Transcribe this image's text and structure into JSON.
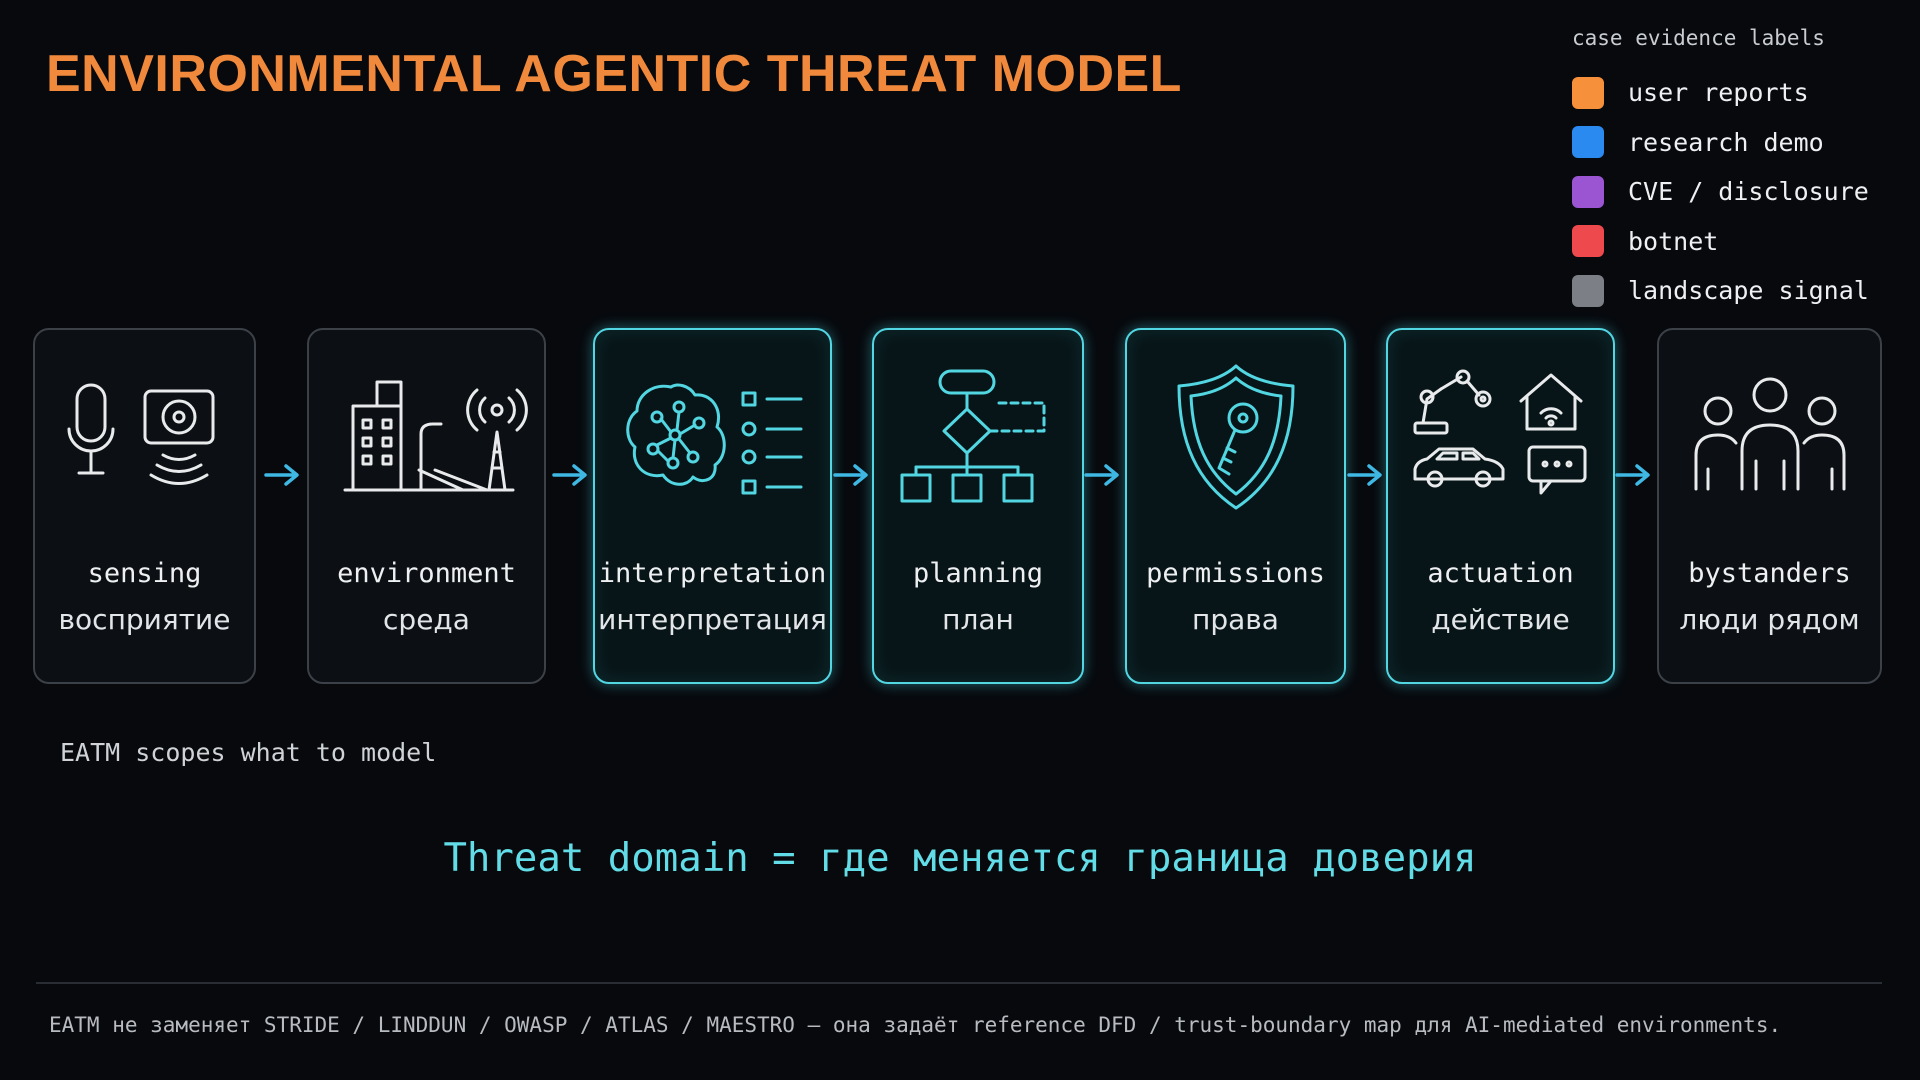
{
  "title": "ENVIRONMENTAL AGENTIC THREAT MODEL",
  "legend": {
    "title": "case evidence labels",
    "items": [
      {
        "label": "user reports",
        "color": "#f7903a"
      },
      {
        "label": "research demo",
        "color": "#2b8af0"
      },
      {
        "label": "CVE / disclosure",
        "color": "#9b55d3"
      },
      {
        "label": "botnet",
        "color": "#ee4a4e"
      },
      {
        "label": "landscape signal",
        "color": "#7c8086"
      }
    ]
  },
  "stages": [
    {
      "en": "sensing",
      "ru": "восприятие",
      "icon": "microphone-camera-icon",
      "highlighted": false
    },
    {
      "en": "environment",
      "ru": "среда",
      "icon": "city-antenna-icon",
      "highlighted": false
    },
    {
      "en": "interpretation",
      "ru": "интерпретация",
      "icon": "brain-list-icon",
      "highlighted": true
    },
    {
      "en": "planning",
      "ru": "план",
      "icon": "flowchart-icon",
      "highlighted": true
    },
    {
      "en": "permissions",
      "ru": "права",
      "icon": "shield-key-icon",
      "highlighted": true
    },
    {
      "en": "actuation",
      "ru": "действие",
      "icon": "robot-home-car-icon",
      "highlighted": true
    },
    {
      "en": "bystanders",
      "ru": "люди рядом",
      "icon": "people-group-icon",
      "highlighted": false
    }
  ],
  "colors": {
    "accent": "#f0893b",
    "highlight": "#52d6e2",
    "arrow": "#3fb8e3"
  },
  "scope_note": "EATM scopes what to model",
  "threat_line": "Threat domain = где меняется граница доверия",
  "footer": "EATM не заменяет STRIDE / LINDDUN / OWASP / ATLAS / MAESTRO — она задаёт reference DFD / trust-boundary map для AI-mediated environments."
}
